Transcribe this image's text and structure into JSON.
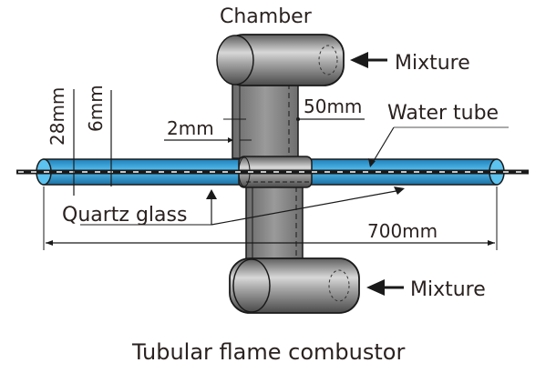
{
  "title": "Tubular flame combustor",
  "labels": {
    "chamber": "Chamber",
    "mixture_top": "Mixture",
    "mixture_bottom": "Mixture",
    "water_tube": "Water tube",
    "quartz_glass": "Quartz glass",
    "dim_28": "28mm",
    "dim_6": "6mm",
    "dim_2": "2mm",
    "dim_50": "50mm",
    "dim_700": "700mm"
  },
  "colors": {
    "water": "#3aa6dc",
    "chamber": "#8a8a8a",
    "line": "#1a1a1a",
    "text": "#2a2220"
  }
}
